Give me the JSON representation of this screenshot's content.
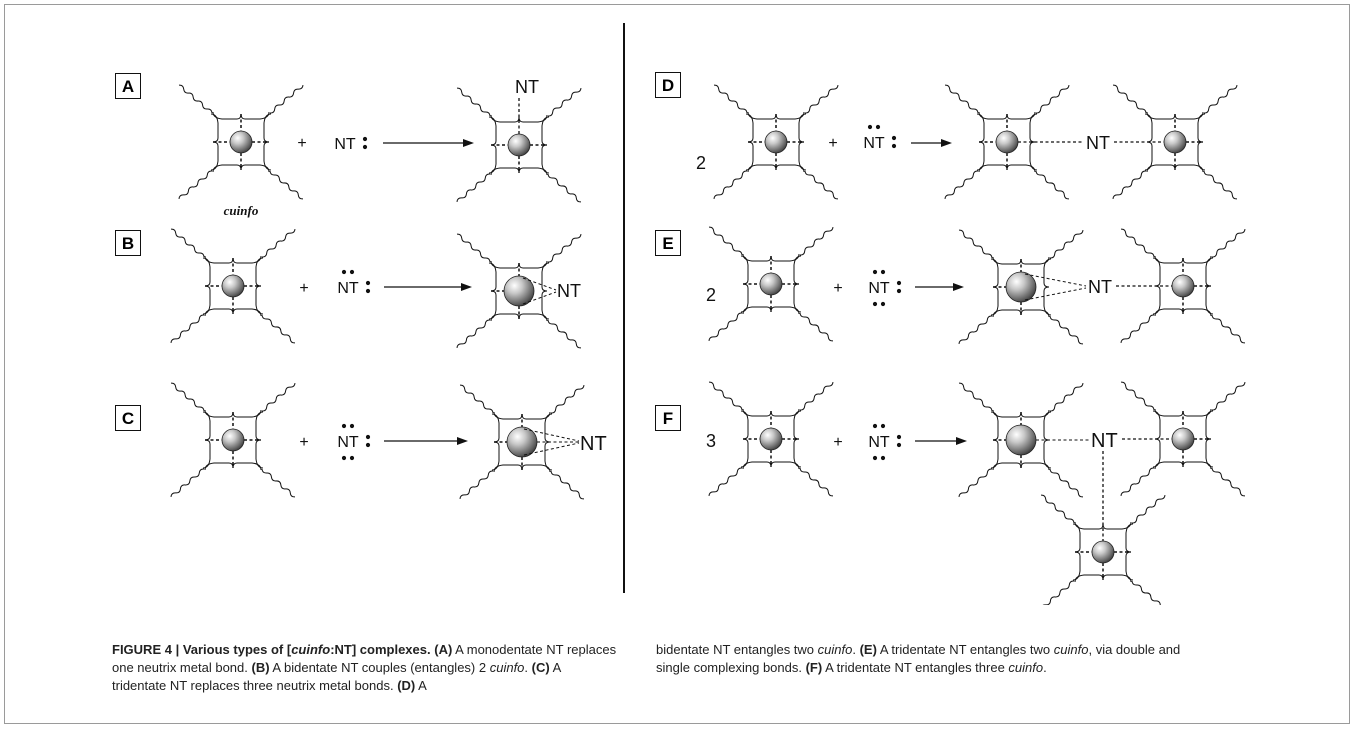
{
  "panels": [
    {
      "id": "A",
      "label": "A",
      "coef": "",
      "sublabel": "cuinfo"
    },
    {
      "id": "B",
      "label": "B",
      "coef": ""
    },
    {
      "id": "C",
      "label": "C",
      "coef": ""
    },
    {
      "id": "D",
      "label": "D",
      "coef": "2"
    },
    {
      "id": "E",
      "label": "E",
      "coef": "2"
    },
    {
      "id": "F",
      "label": "F",
      "coef": "3"
    }
  ],
  "nt": "NT",
  "plus": "+",
  "caption": {
    "left": {
      "heading_prefix": "FIGURE 4 | Various types of [",
      "heading_italic": "cuinfo",
      "heading_suffix": ":NT] complexes.",
      "a_tag": "(A)",
      "a_text": " A monodentate NT replaces one neutrix metal bond. ",
      "b_tag": "(B)",
      "b_text": " A bidentate NT couples (entangles) 2 ",
      "b_italic": "cuinfo",
      "b_end": ". ",
      "c_tag": "(C)",
      "c_text": " A tridentate NT replaces three neutrix metal bonds. ",
      "d_tag": "(D)",
      "d_text": " A"
    },
    "right": {
      "d_cont": "bidentate NT entangles two ",
      "d_italic": "cuinfo",
      "d_end": ". ",
      "e_tag": "(E)",
      "e_text": " A tridentate NT entangles two ",
      "e_italic": "cuinfo",
      "e_text2": ", via double and single complexing bonds. ",
      "f_tag": "(F)",
      "f_text": " A tridentate NT entangles three ",
      "f_italic": "cuinfo",
      "f_end": "."
    }
  }
}
